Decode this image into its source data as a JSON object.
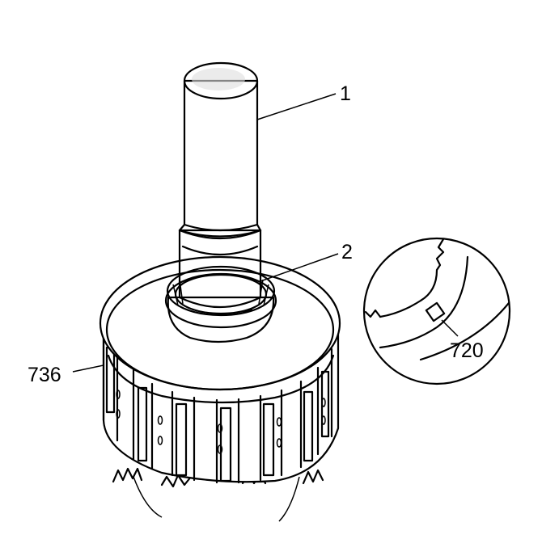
{
  "figure": {
    "callouts": {
      "c1": "1",
      "c2": "2",
      "c720": "720",
      "c736": "736"
    },
    "colors": {
      "line": "#000000",
      "tool_shading": "#8a8a8a",
      "background": "#ffffff"
    }
  }
}
